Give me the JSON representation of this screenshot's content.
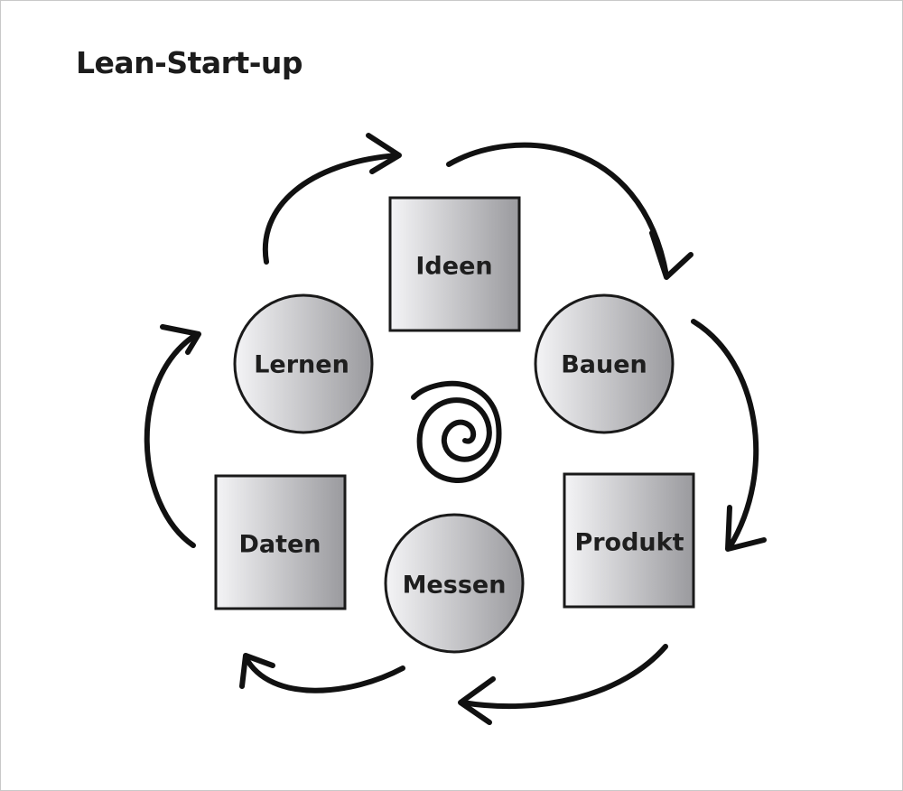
{
  "title": "Lean-Start-up",
  "nodes": {
    "ideen": "Ideen",
    "bauen": "Bauen",
    "produkt": "Produkt",
    "messen": "Messen",
    "daten": "Daten",
    "lernen": "Lernen"
  },
  "colors": {
    "shape_fill_light": "#f4f4f6",
    "shape_fill_dark": "#9a9a9e",
    "outline": "#1a1a1a",
    "text": "#1e1e1e"
  }
}
